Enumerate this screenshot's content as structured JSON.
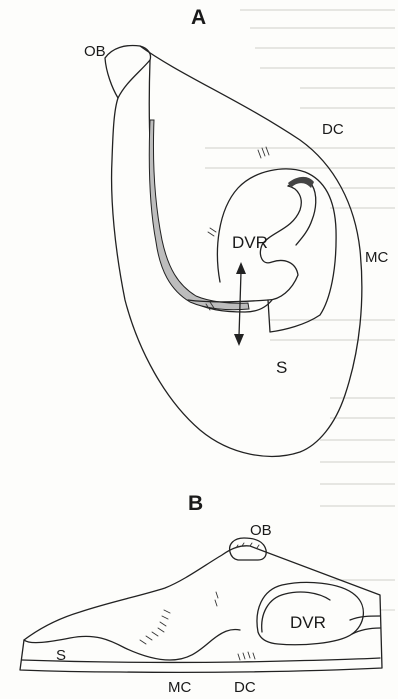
{
  "panel_a": {
    "title": "A",
    "labels": {
      "ob": "OB",
      "dc": "DC",
      "dvr": "DVR",
      "mc": "MC",
      "s": "S"
    }
  },
  "panel_b": {
    "title": "B",
    "labels": {
      "ob": "OB",
      "dvr": "DVR",
      "s": "S",
      "mc": "MC",
      "dc": "DC"
    }
  },
  "colors": {
    "ink": "#222222",
    "shading": "#bdbdbd",
    "background_text": "#d9d9d4"
  }
}
